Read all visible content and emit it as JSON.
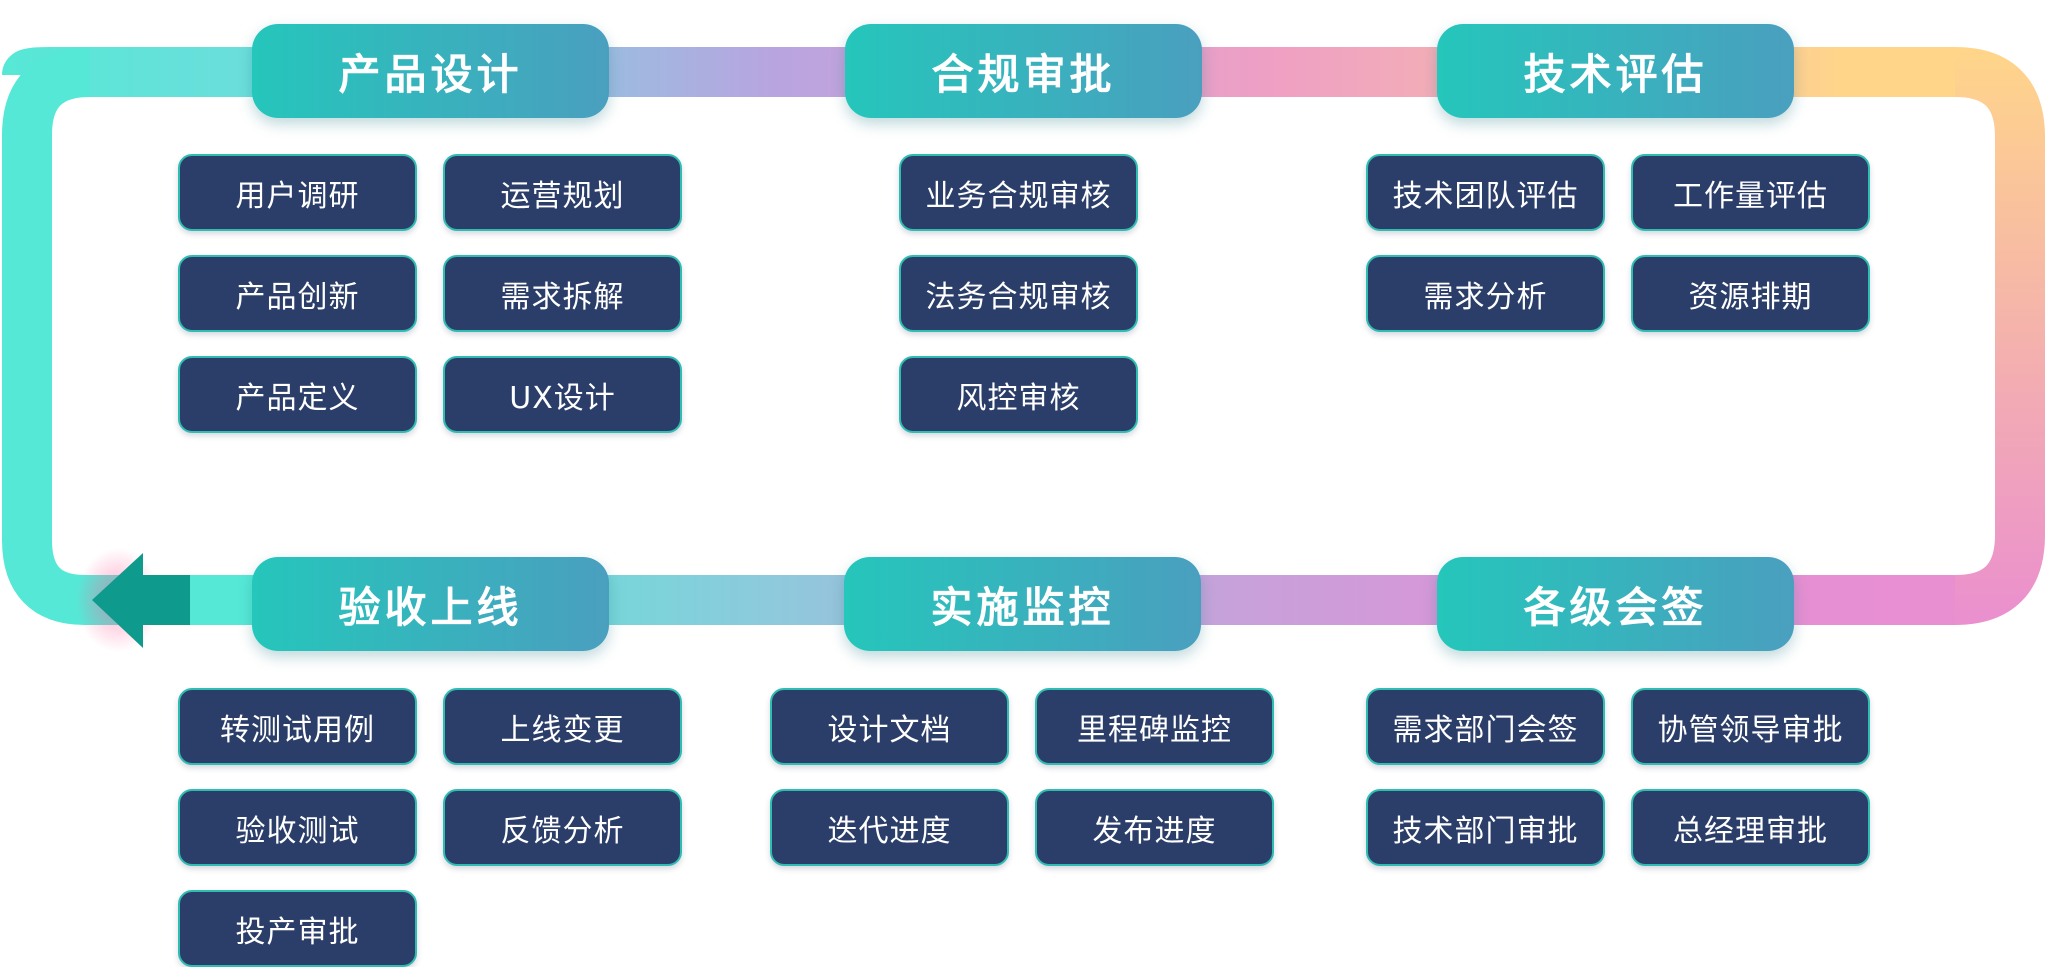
{
  "colors": {
    "ring_start": "#ffd58a",
    "ring_mid_pink": "#e890cf",
    "ring_purple": "#b9a4e0",
    "ring_teal": "#56e8d6",
    "arrow_teal": "#0f9a8e",
    "phase_from": "#25c6bb",
    "phase_to": "#4a9fbf",
    "task_bg": "#2b3e69",
    "task_border": "#2fbdb2"
  },
  "phases": [
    {
      "id": "product-design",
      "title": "产品设计",
      "tasks": [
        "用户调研",
        "运营规划",
        "产品创新",
        "需求拆解",
        "产品定义",
        "UX设计"
      ]
    },
    {
      "id": "compliance-approval",
      "title": "合规审批",
      "tasks": [
        "业务合规审核",
        "法务合规审核",
        "风控审核"
      ]
    },
    {
      "id": "tech-evaluation",
      "title": "技术评估",
      "tasks": [
        "技术团队评估",
        "工作量评估",
        "需求分析",
        "资源排期"
      ]
    },
    {
      "id": "acceptance-launch",
      "title": "验收上线",
      "tasks": [
        "转测试用例",
        "上线变更",
        "验收测试",
        "反馈分析",
        "投产审批"
      ]
    },
    {
      "id": "implementation-monitoring",
      "title": "实施监控",
      "tasks": [
        "设计文档",
        "里程碑监控",
        "迭代进度",
        "发布进度"
      ]
    },
    {
      "id": "countersign",
      "title": "各级会签",
      "tasks": [
        "需求部门会签",
        "协管领导审批",
        "技术部门审批",
        "总经理审批"
      ]
    }
  ]
}
